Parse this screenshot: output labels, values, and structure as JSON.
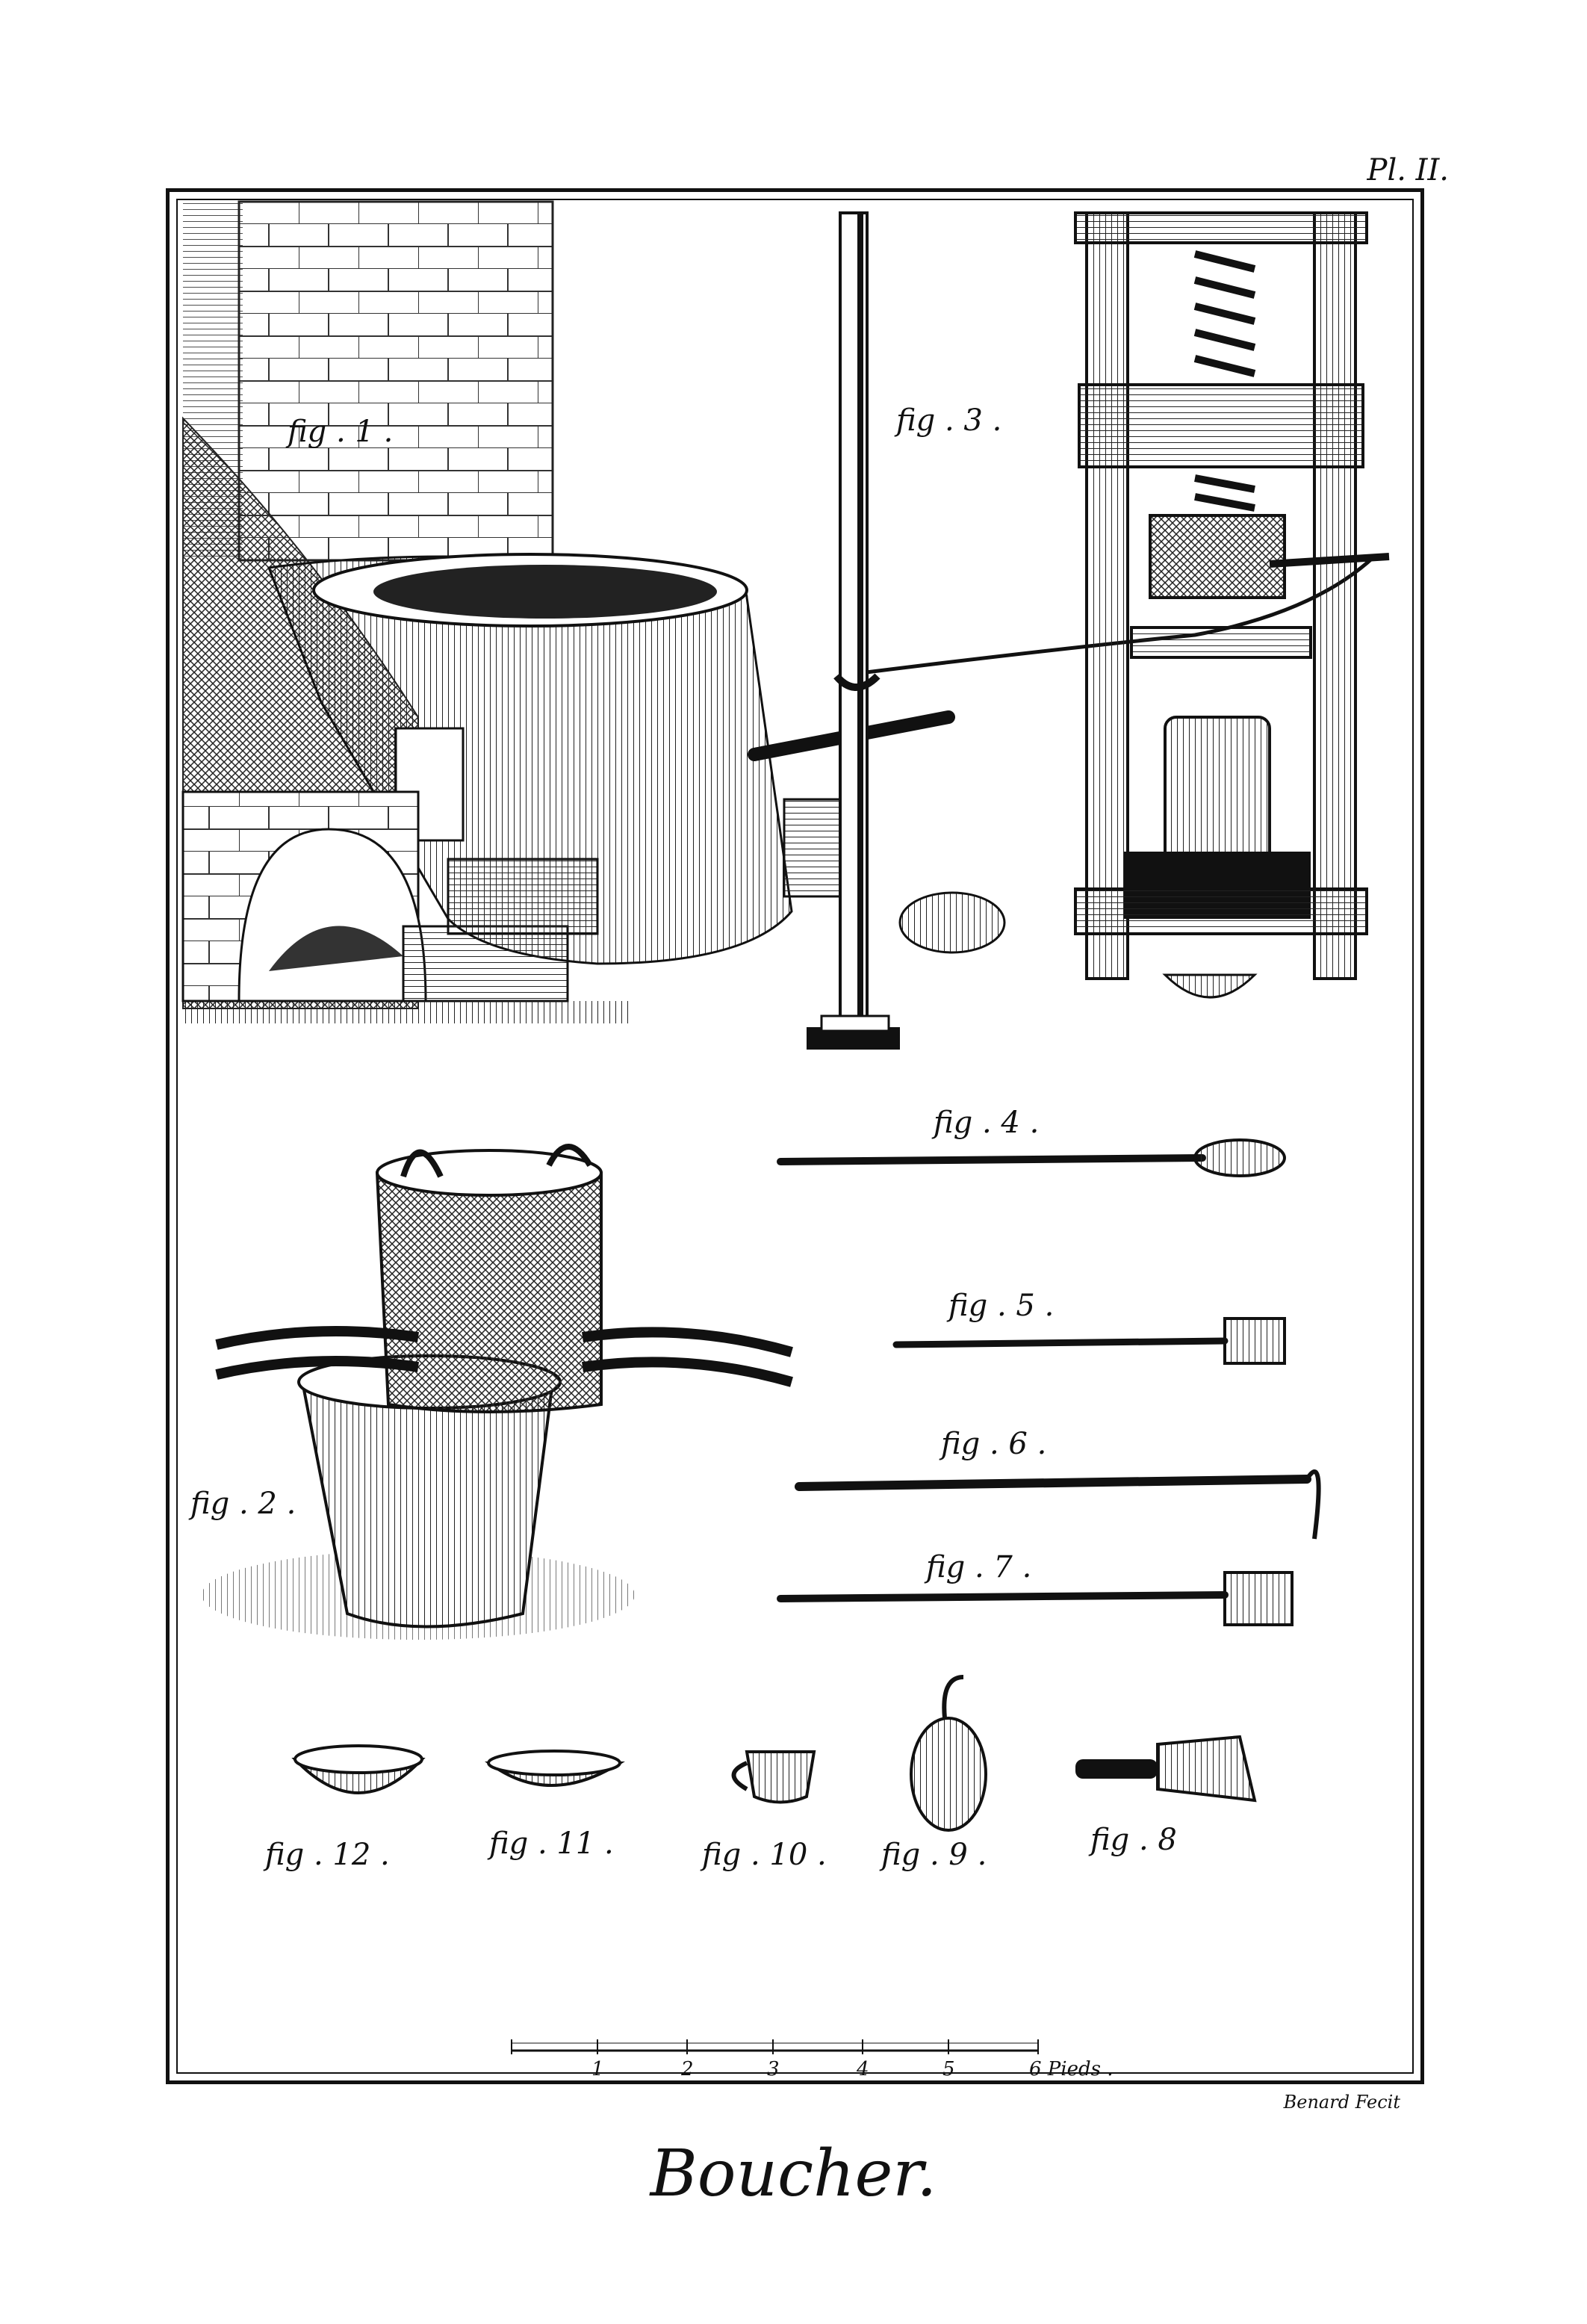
{
  "plate": "Pl. II.",
  "title": "Boucher.",
  "credit": "Benard Fecit",
  "figures": {
    "fig1": "fig . 1 .",
    "fig2": "fig . 2 .",
    "fig3": "fig . 3 .",
    "fig4": "fig . 4 .",
    "fig5": "fig . 5 .",
    "fig6": "fig . 6 .",
    "fig7": "fig . 7 .",
    "fig8": "fig . 8",
    "fig9": "fig . 9 .",
    "fig10": "fig . 10 .",
    "fig11": "fig . 11 .",
    "fig12": "fig . 12 ."
  },
  "scale": {
    "ticks": [
      "1",
      "2",
      "3",
      "4",
      "5",
      "6 Pieds ."
    ]
  }
}
